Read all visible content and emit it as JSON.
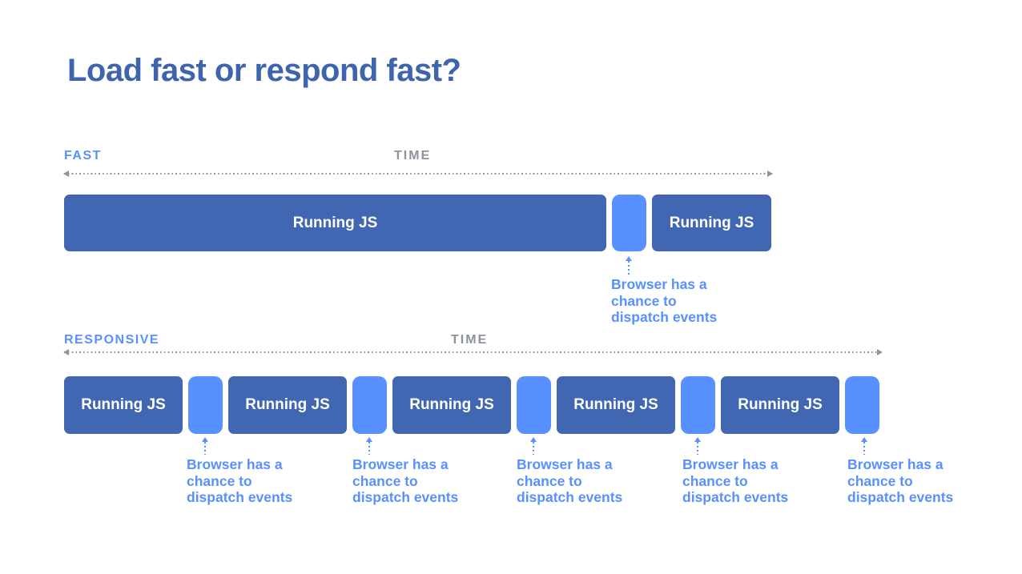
{
  "title": "Load fast or respond fast?",
  "colors": {
    "title_text": "#3e64ad",
    "section_label": "#5890ff",
    "time_label": "#8d939e",
    "timeline_dots": "#8d939e",
    "running_js_block": "#4267b2",
    "event_gap_block": "#5890ff",
    "annotation_text": "#5890ff",
    "background": "#ffffff"
  },
  "fast": {
    "label": "FAST",
    "time": "TIME",
    "blocks": {
      "js1": "Running JS",
      "js2": "Running JS"
    },
    "annotation": {
      "line1": "Browser has a",
      "line2": "chance to",
      "line3": "dispatch events"
    }
  },
  "responsive": {
    "label": "RESPONSIVE",
    "time": "TIME",
    "js": [
      "Running JS",
      "Running JS",
      "Running JS",
      "Running JS",
      "Running JS"
    ],
    "annotations": [
      {
        "line1": "Browser has a",
        "line2": "chance to",
        "line3": "dispatch events"
      },
      {
        "line1": "Browser has a",
        "line2": "chance to",
        "line3": "dispatch events"
      },
      {
        "line1": "Browser has a",
        "line2": "chance to",
        "line3": "dispatch events"
      },
      {
        "line1": "Browser has a",
        "line2": "chance to",
        "line3": "dispatch events"
      },
      {
        "line1": "Browser has a",
        "line2": "chance to",
        "line3": "dispatch events"
      }
    ]
  }
}
